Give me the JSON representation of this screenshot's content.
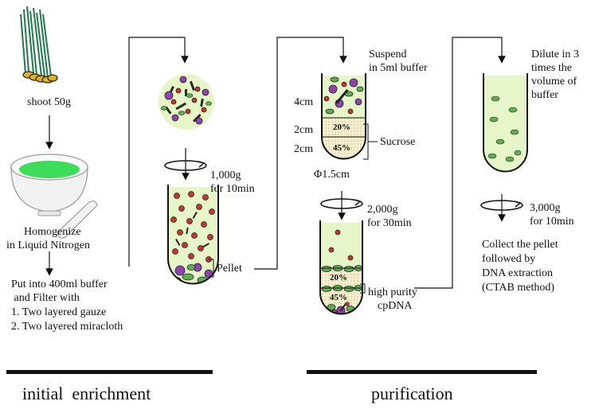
{
  "labels": {
    "shoot": "shoot 50g",
    "homogenize": [
      "Homogenize",
      "in Liquid Nitrogen"
    ],
    "filter": [
      "Put into 400ml buffer",
      " and Filter with",
      "1. Two layered gauze",
      "2. Two layered miracloth"
    ],
    "spin1": [
      "1,000g",
      "for 10min"
    ],
    "pellet": "Pellet",
    "suspend": [
      "Suspend",
      "in 5ml buffer"
    ],
    "dim_4cm": "4cm",
    "dim_2cm_a": "2cm",
    "dim_2cm_b": "2cm",
    "pct20": "20%",
    "pct45": "45%",
    "sucrose": "Sucrose",
    "diameter": "Φ1.5cm",
    "spin2": [
      "2,000g",
      "for 30min"
    ],
    "high_purity": [
      "high purity",
      "cpDNA"
    ],
    "dilute": [
      "Dilute in 3",
      "times the",
      "volume of",
      "buffer"
    ],
    "spin3": [
      "3,000g",
      "for 10min"
    ],
    "collect": [
      "Collect the pellet",
      "followed by",
      "DNA extraction",
      "(CTAB method)"
    ],
    "section_initial": "initial  enrichment",
    "section_purification": "purification"
  },
  "colors": {
    "leaf_green": "#2e8b57",
    "pale_green": "#e6f6c8",
    "bright_green": "#3ddc5a",
    "red_cell": "#c0392b",
    "purple_cell": "#8e44ad",
    "gradient_beige": "#f5efcf",
    "line": "#111111"
  }
}
